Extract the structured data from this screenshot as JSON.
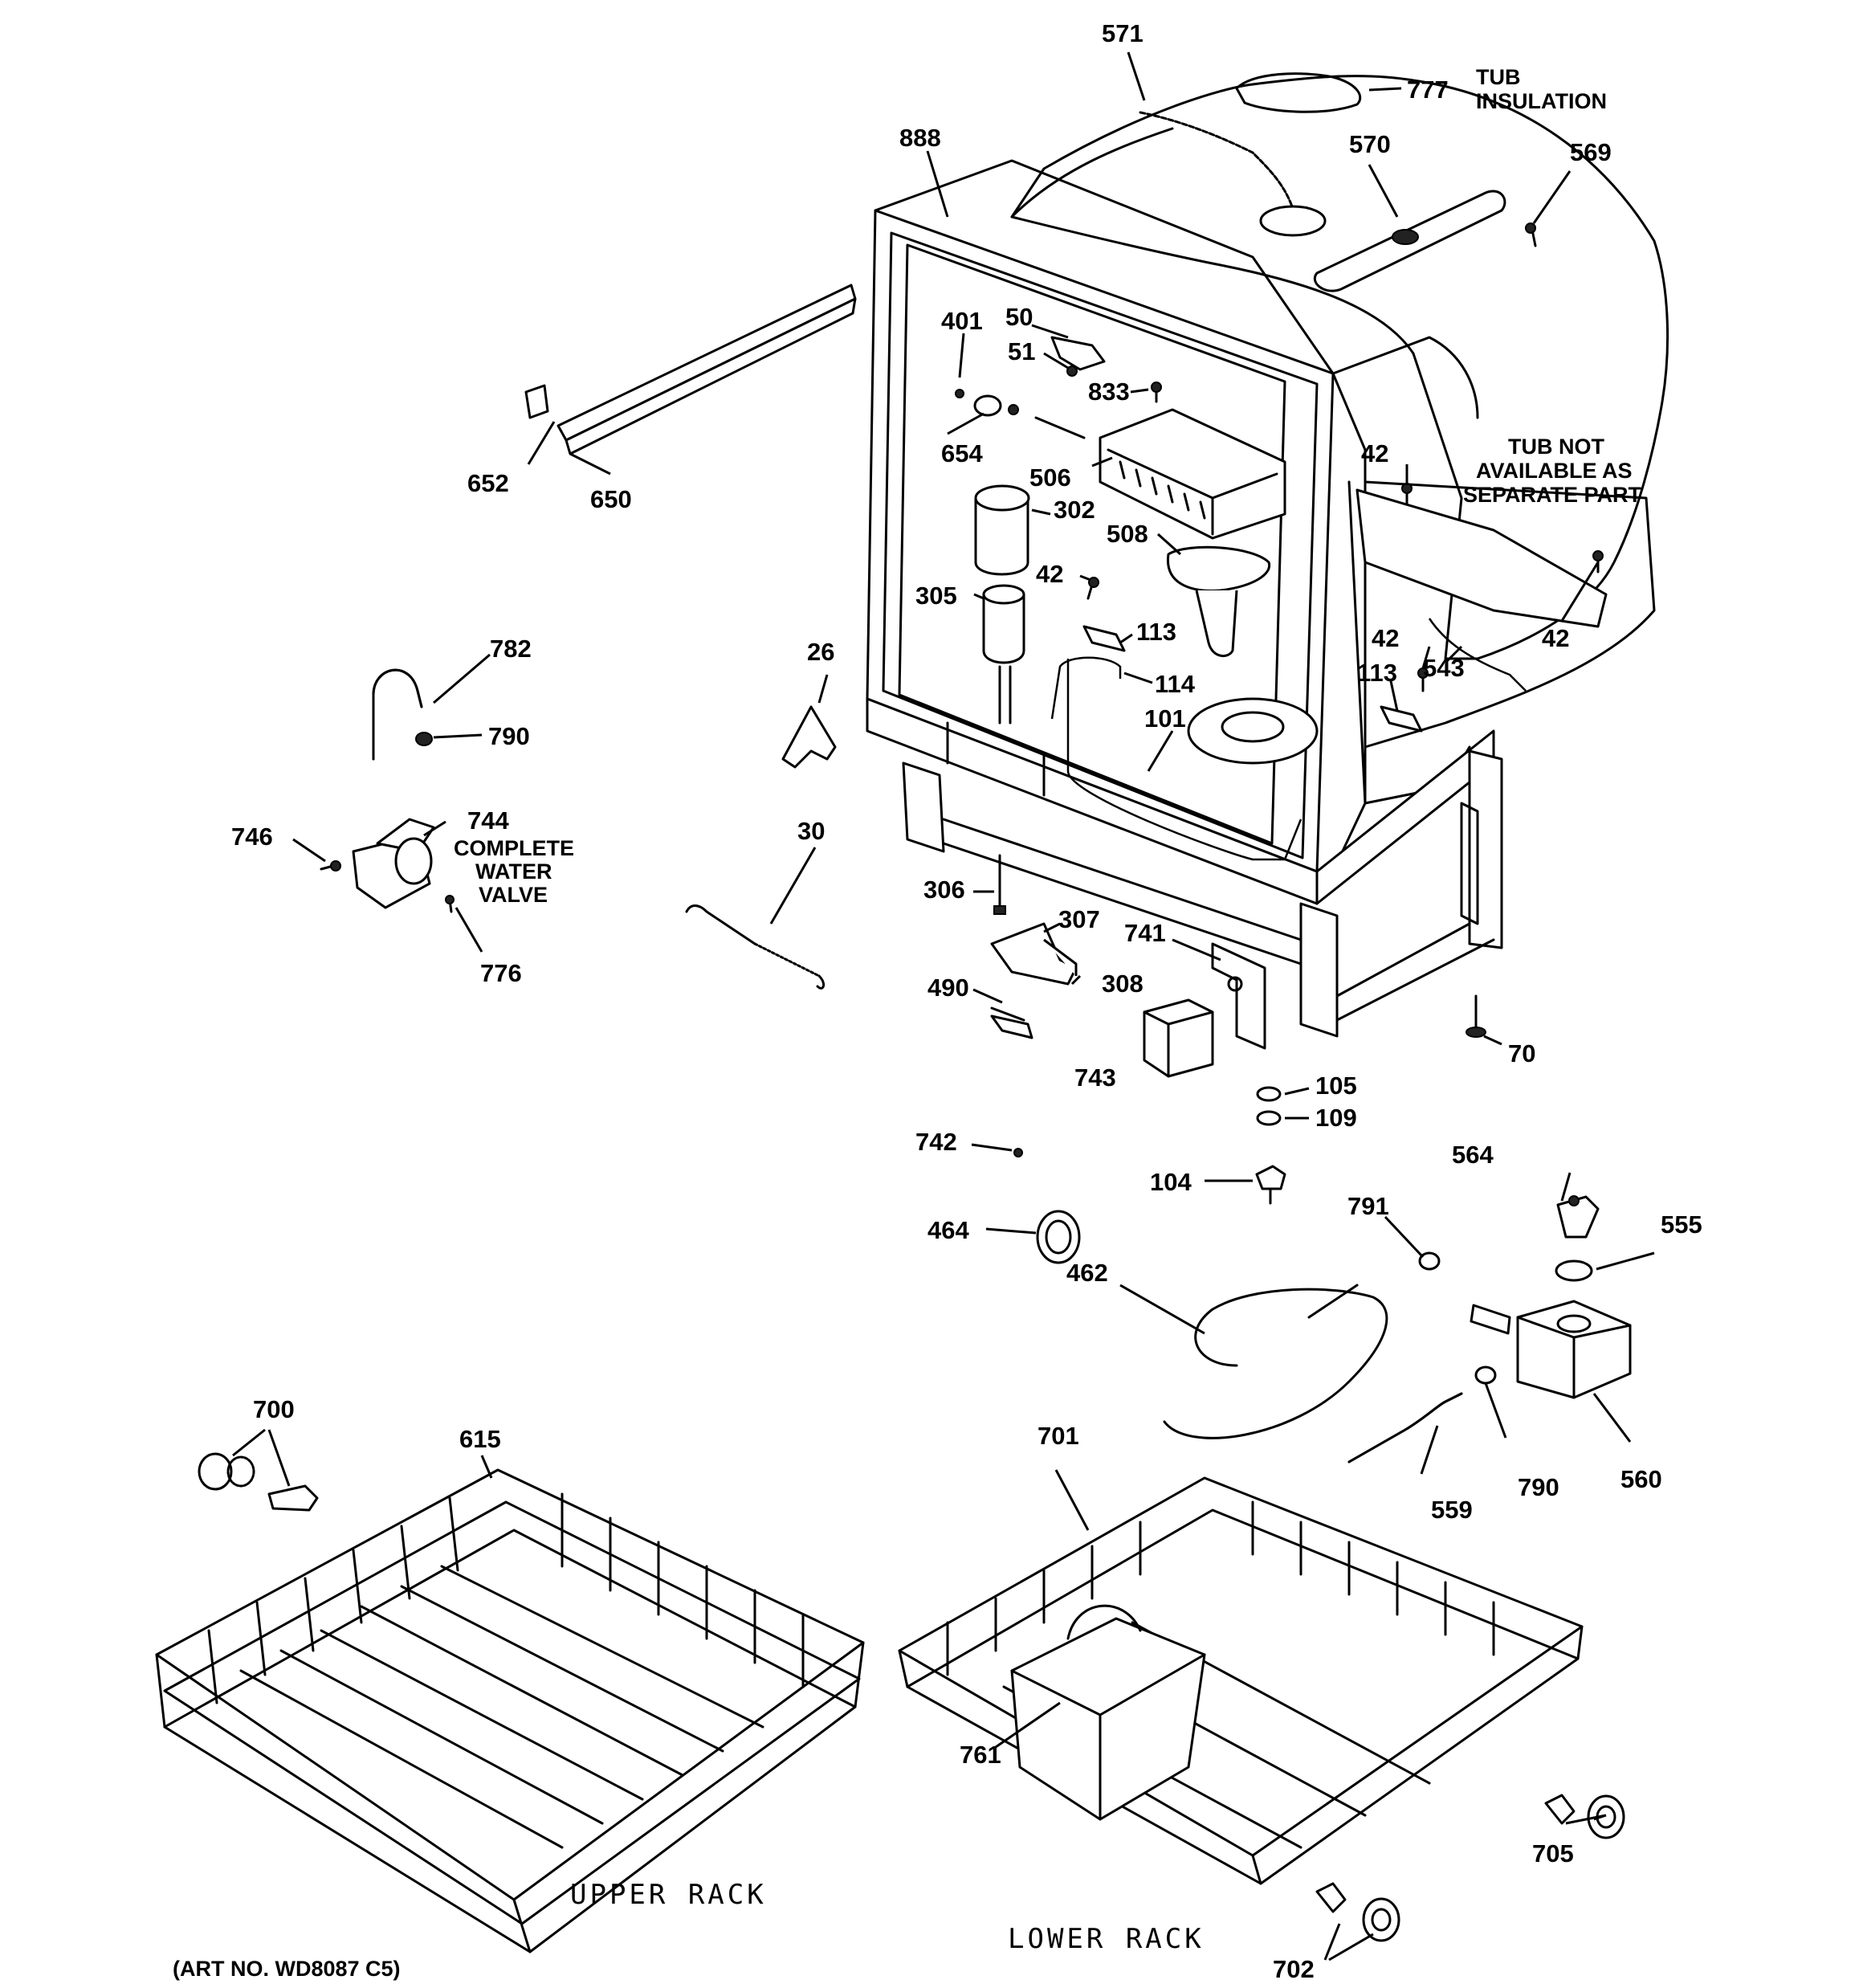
{
  "parts": [
    {
      "id": "p571",
      "label": "571"
    },
    {
      "id": "p777",
      "label": "777"
    },
    {
      "id": "p888",
      "label": "888"
    },
    {
      "id": "p570",
      "label": "570"
    },
    {
      "id": "p569",
      "label": "569"
    },
    {
      "id": "p50",
      "label": "50"
    },
    {
      "id": "p401",
      "label": "401"
    },
    {
      "id": "p51",
      "label": "51"
    },
    {
      "id": "p833",
      "label": "833"
    },
    {
      "id": "p654",
      "label": "654"
    },
    {
      "id": "p652",
      "label": "652"
    },
    {
      "id": "p650",
      "label": "650"
    },
    {
      "id": "p506",
      "label": "506"
    },
    {
      "id": "p302",
      "label": "302"
    },
    {
      "id": "p508",
      "label": "508"
    },
    {
      "id": "p42a",
      "label": "42"
    },
    {
      "id": "p42b",
      "label": "42"
    },
    {
      "id": "p42c",
      "label": "42"
    },
    {
      "id": "p42d",
      "label": "42"
    },
    {
      "id": "p305",
      "label": "305"
    },
    {
      "id": "p113a",
      "label": "113"
    },
    {
      "id": "p113b",
      "label": "113"
    },
    {
      "id": "p543",
      "label": "543"
    },
    {
      "id": "p782",
      "label": "782"
    },
    {
      "id": "p26",
      "label": "26"
    },
    {
      "id": "p114",
      "label": "114"
    },
    {
      "id": "p101",
      "label": "101"
    },
    {
      "id": "p790a",
      "label": "790"
    },
    {
      "id": "p744",
      "label": "744"
    },
    {
      "id": "p746",
      "label": "746"
    },
    {
      "id": "p30",
      "label": "30"
    },
    {
      "id": "p306",
      "label": "306"
    },
    {
      "id": "p307",
      "label": "307"
    },
    {
      "id": "p741",
      "label": "741"
    },
    {
      "id": "p776",
      "label": "776"
    },
    {
      "id": "p490",
      "label": "490"
    },
    {
      "id": "p308",
      "label": "308"
    },
    {
      "id": "p70",
      "label": "70"
    },
    {
      "id": "p743",
      "label": "743"
    },
    {
      "id": "p105",
      "label": "105"
    },
    {
      "id": "p109",
      "label": "109"
    },
    {
      "id": "p742",
      "label": "742"
    },
    {
      "id": "p564",
      "label": "564"
    },
    {
      "id": "p104",
      "label": "104"
    },
    {
      "id": "p791",
      "label": "791"
    },
    {
      "id": "p555",
      "label": "555"
    },
    {
      "id": "p464",
      "label": "464"
    },
    {
      "id": "p462",
      "label": "462"
    },
    {
      "id": "p700",
      "label": "700"
    },
    {
      "id": "p615",
      "label": "615"
    },
    {
      "id": "p701",
      "label": "701"
    },
    {
      "id": "p790b",
      "label": "790"
    },
    {
      "id": "p560",
      "label": "560"
    },
    {
      "id": "p559",
      "label": "559"
    },
    {
      "id": "p761",
      "label": "761"
    },
    {
      "id": "p705",
      "label": "705"
    },
    {
      "id": "p702",
      "label": "702"
    }
  ],
  "captions": {
    "tub_insulation": [
      "TUB",
      "INSULATION"
    ],
    "tub_not_available": [
      "TUB NOT",
      "AVAILABLE AS",
      "SEPARATE PART"
    ],
    "complete_water_valve": [
      "COMPLETE",
      "WATER",
      "VALVE"
    ],
    "upper_rack": "UPPER RACK",
    "lower_rack": "LOWER RACK",
    "art_no": "(ART NO. WD8087 C5)"
  }
}
